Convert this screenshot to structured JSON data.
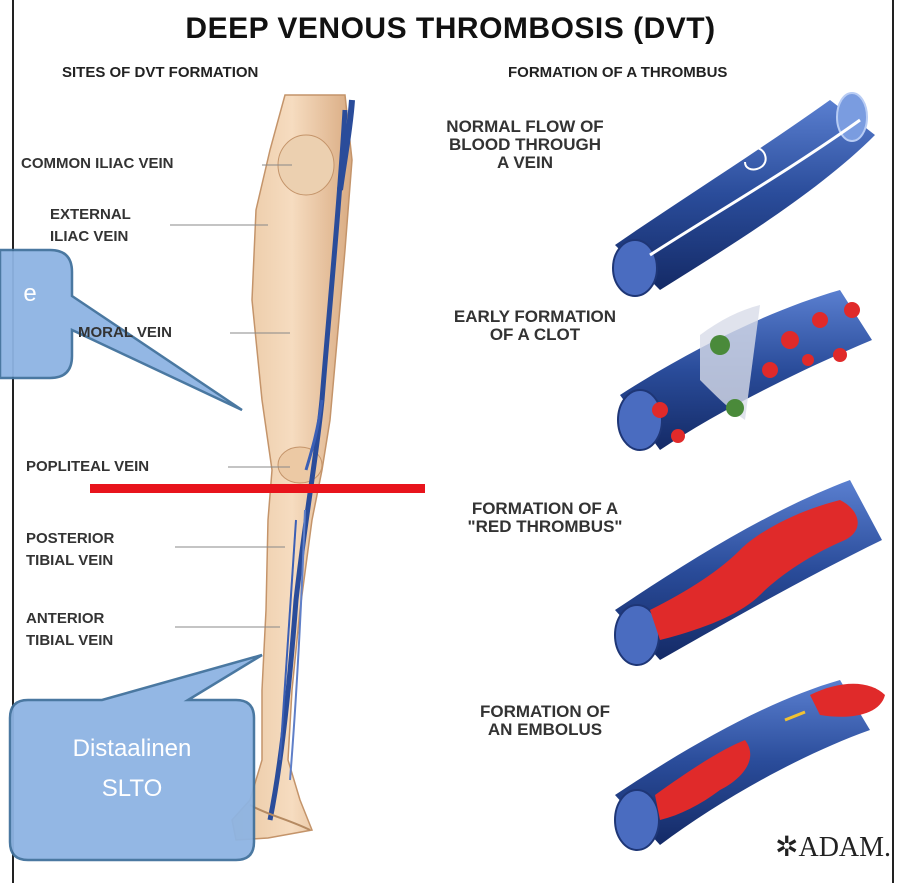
{
  "title": "DEEP VENOUS THROMBOSIS (DVT)",
  "subtitles": {
    "left": "SITES OF DVT FORMATION",
    "right": "FORMATION OF A THROMBUS"
  },
  "vein_labels": {
    "common_iliac": "COMMON ILIAC VEIN",
    "external_iliac_1": "EXTERNAL",
    "external_iliac_2": "ILIAC VEIN",
    "femoral": "MORAL VEIN",
    "popliteal": "POPLITEAL VEIN",
    "posterior_tibial_1": "POSTERIOR",
    "posterior_tibial_2": "TIBIAL VEIN",
    "anterior_tibial_1": "ANTERIOR",
    "anterior_tibial_2": "TIBIAL VEIN"
  },
  "stages": {
    "normal_1": "NORMAL FLOW OF",
    "normal_2": "BLOOD THROUGH",
    "normal_3": "A VEIN",
    "early_1": "EARLY FORMATION",
    "early_2": "OF A CLOT",
    "red_1": "FORMATION OF A",
    "red_2": "\"RED THROMBUS\"",
    "embolus_1": "FORMATION OF",
    "embolus_2": "AN EMBOLUS"
  },
  "callouts": {
    "proximal_partial": "e",
    "distal_line1": "Distaalinen",
    "distal_line2": "SLTO"
  },
  "logo": "ADAM.",
  "colors": {
    "bubble_fill": "#8eb4e3",
    "bubble_stroke": "#41719c",
    "divider_red": "#e8141c",
    "vein_blue": "#2a4c9a",
    "clot_red": "#e02a2a"
  }
}
